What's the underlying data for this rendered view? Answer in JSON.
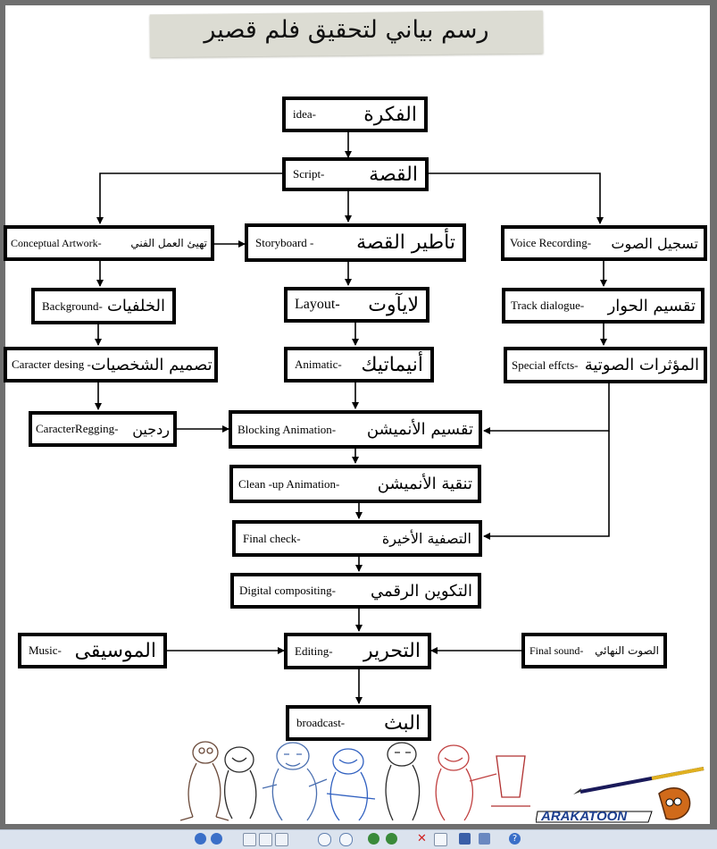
{
  "title": "رسم بياني لتحقيق فلم قصير",
  "nodes": {
    "idea": {
      "en": "idea-",
      "ar": "الفكرة"
    },
    "script": {
      "en": "Script-",
      "ar": "القصة"
    },
    "conceptual": {
      "en": "Conceptual Artwork-",
      "ar": "تهيئ العمل الفني"
    },
    "storyboard": {
      "en": "Storyboard -",
      "ar": "تأطير القصة"
    },
    "voice": {
      "en": "Voice Recording-",
      "ar": "تسجيل الصوت"
    },
    "background": {
      "en": "Background-",
      "ar": "الخلفيات"
    },
    "layout": {
      "en": "Layout-",
      "ar": "لايآوت"
    },
    "track": {
      "en": "Track dialogue-",
      "ar": "تقسيم الحوار"
    },
    "character": {
      "en": "Caracter desing -",
      "ar": "تصميم الشخصيات"
    },
    "animatic": {
      "en": "Animatic-",
      "ar": "أنيماتيك"
    },
    "special": {
      "en": "Special effcts-",
      "ar": "المؤثرات الصوتية"
    },
    "rigging": {
      "en": "CaracterRegging-",
      "ar": "ردجين"
    },
    "blocking": {
      "en": "Blocking Animation-",
      "ar": "تقسيم الأنميشن"
    },
    "cleanup": {
      "en": "Clean -up Animation-",
      "ar": "تنقية الأنميشن"
    },
    "finalcheck": {
      "en": "Final check-",
      "ar": "التصفية الأخيرة"
    },
    "compositing": {
      "en": "Digital compositing-",
      "ar": "التكوين الرقمي"
    },
    "music": {
      "en": "Music-",
      "ar": "الموسيقى"
    },
    "editing": {
      "en": "Editing-",
      "ar": "التحرير"
    },
    "finalsound": {
      "en": "Final sound-",
      "ar": "الصوت النهائي"
    },
    "broadcast": {
      "en": "broadcast-",
      "ar": "البث"
    }
  },
  "logo": {
    "text": "ARAKATOON",
    "brand_color": "#1d3f8f"
  },
  "colors": {
    "frame": "#6f6f6f",
    "title_band": "#dcdcd3",
    "statusbar": "#dbe3ee"
  }
}
